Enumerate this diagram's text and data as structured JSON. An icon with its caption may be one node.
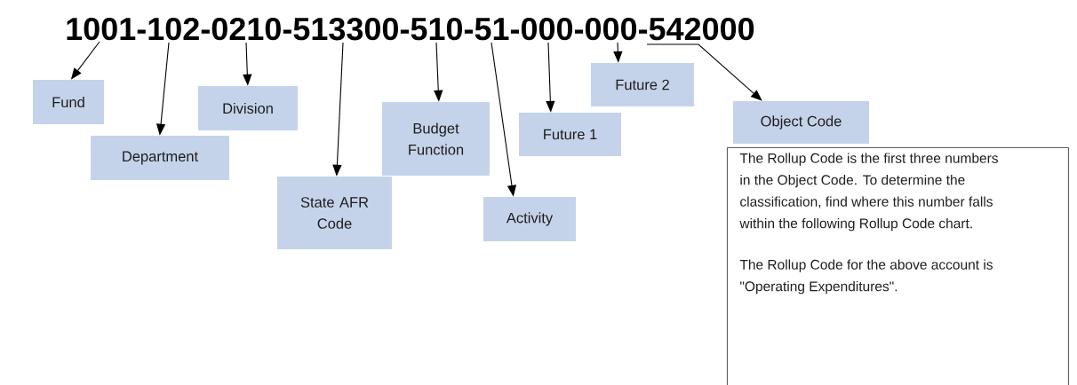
{
  "diagram": {
    "nodes": [
      {
        "text": [
          "1001-102-0210-513300-510-51-000-000-542000"
        ]
      },
      {
        "text": [
          "Fund"
        ]
      },
      {
        "text": [
          "Department"
        ]
      },
      {
        "text": [
          "Division"
        ]
      },
      {
        "text": [
          "State AFR Code"
        ]
      },
      {
        "text": [
          "Budget Function"
        ]
      },
      {
        "text": [
          "Activity"
        ]
      },
      {
        "text": [
          "Future 1"
        ]
      },
      {
        "text": [
          "Future 2"
        ]
      },
      {
        "text": [
          "Object Code"
        ]
      },
      {
        "text": [
          "The Rollup Code is the first three numbers in the Object Code. To determine the classification, find where this number falls within the following Rollup Code chart.",
          "The Rollup Code for the above account is \"Operating Expenditures\"."
        ]
      }
    ],
    "edges": [
      {
        "from": 0,
        "to": 1,
        "arrow": "to"
      },
      {
        "from": 0,
        "to": 2,
        "arrow": "to"
      },
      {
        "from": 0,
        "to": 3,
        "arrow": "to"
      },
      {
        "from": 0,
        "to": 4,
        "arrow": "to"
      },
      {
        "from": 0,
        "to": 5,
        "arrow": "to"
      },
      {
        "from": 0,
        "to": 6,
        "arrow": "to"
      },
      {
        "from": 0,
        "to": 7,
        "arrow": "to"
      },
      {
        "from": 0,
        "to": 8,
        "arrow": "to"
      },
      {
        "from": 0,
        "to": 9,
        "arrow": "to"
      }
    ]
  }
}
